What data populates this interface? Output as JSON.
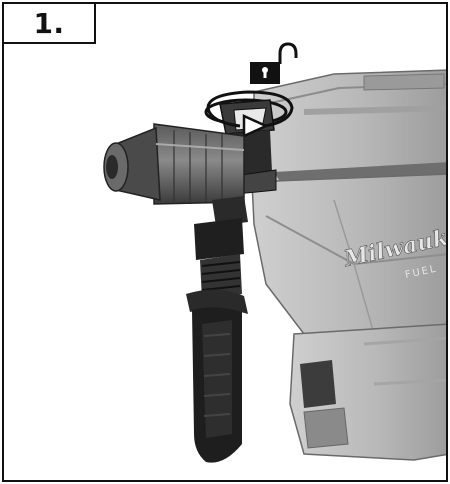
{
  "step": {
    "label": "1."
  },
  "brand": {
    "name": "Milwaukee",
    "line": "FUEL"
  },
  "icons": {
    "lock": "unlocked-padlock-icon",
    "rotate": "rotate-arrow-icon"
  },
  "colors": {
    "body": "#b9b9b9",
    "dark": "#2b2b2b",
    "grip": "#1e1e1e",
    "frame": "#111111"
  }
}
